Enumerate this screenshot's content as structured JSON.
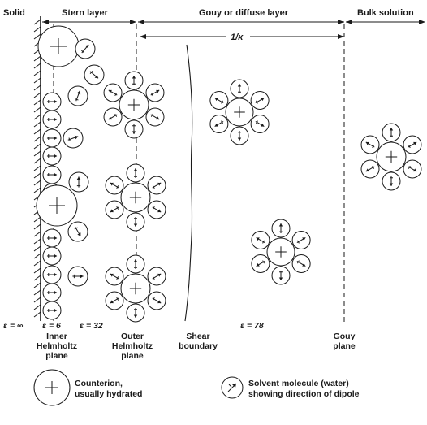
{
  "header": {
    "solid": "Solid",
    "stern": "Stern layer",
    "gouy": "Gouy or diffuse layer",
    "bulk": "Bulk solution",
    "kappa": "1/κ"
  },
  "epsilon": {
    "inf": "ε = ∞",
    "e6": "ε = 6",
    "e32": "ε = 32",
    "e78": "ε = 78"
  },
  "planes": {
    "inner": [
      "Inner",
      "Helmholtz",
      "plane"
    ],
    "outer": [
      "Outer",
      "Helmholtz",
      "plane"
    ],
    "shear": [
      "Shear",
      "boundary"
    ],
    "gouy": [
      "Gouy",
      "plane"
    ]
  },
  "legend": {
    "counterion": [
      "Counterion,",
      "usually hydrated"
    ],
    "solvent": [
      "Solvent molecule (water)",
      "showing direction of dipole"
    ]
  }
}
